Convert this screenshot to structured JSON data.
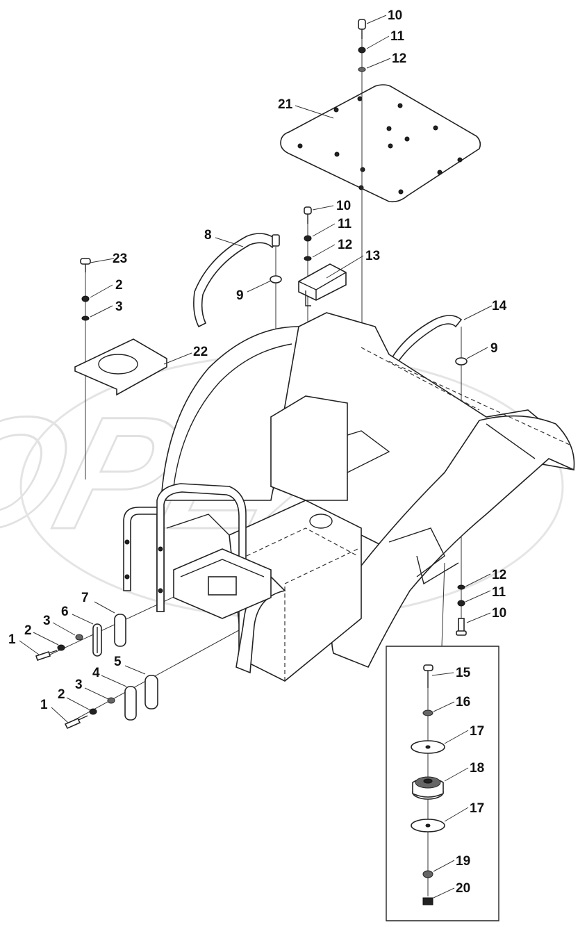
{
  "diagram": {
    "callouts": [
      "1",
      "2",
      "3",
      "4",
      "5",
      "6",
      "7",
      "8",
      "9",
      "10",
      "11",
      "12",
      "13",
      "14",
      "15",
      "16",
      "17",
      "18",
      "19",
      "20",
      "21",
      "22",
      "23"
    ],
    "watermark": "OPEX"
  }
}
